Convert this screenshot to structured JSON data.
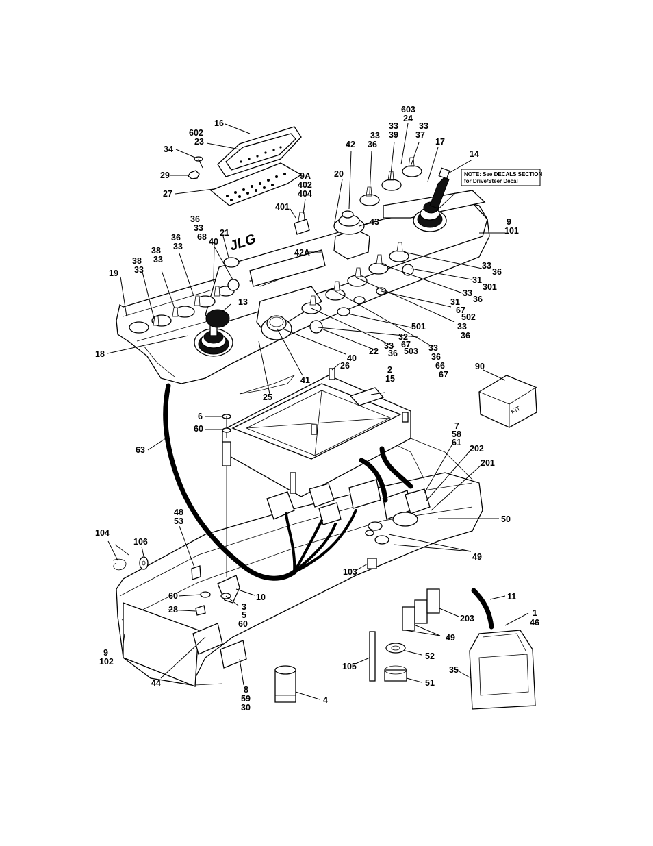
{
  "diagram": {
    "note_lines": [
      "NOTE: See DECALS SECTION",
      "for Drive/Steer Decal"
    ],
    "logo_text": "JLG",
    "kit_text": "KIT",
    "callouts": [
      {
        "id": "c603-24",
        "lines": [
          "603",
          "24"
        ]
      },
      {
        "id": "c16",
        "lines": [
          "16"
        ]
      },
      {
        "id": "c602-23",
        "lines": [
          "602",
          "23"
        ]
      },
      {
        "id": "c33-36-a",
        "lines": [
          "33",
          "36"
        ]
      },
      {
        "id": "c33-39",
        "lines": [
          "33",
          "39"
        ]
      },
      {
        "id": "c33-37",
        "lines": [
          "33",
          "37"
        ]
      },
      {
        "id": "c42",
        "lines": [
          "42"
        ]
      },
      {
        "id": "c17",
        "lines": [
          "17"
        ]
      },
      {
        "id": "c14",
        "lines": [
          "14"
        ]
      },
      {
        "id": "c34",
        "lines": [
          "34"
        ]
      },
      {
        "id": "c29",
        "lines": [
          "29"
        ]
      },
      {
        "id": "c20",
        "lines": [
          "20"
        ]
      },
      {
        "id": "c9a",
        "lines": [
          "9A",
          "402",
          "404"
        ]
      },
      {
        "id": "c27",
        "lines": [
          "27"
        ]
      },
      {
        "id": "c401",
        "lines": [
          "401"
        ]
      },
      {
        "id": "c43",
        "lines": [
          "43"
        ]
      },
      {
        "id": "c9-101",
        "lines": [
          "9",
          "101"
        ]
      },
      {
        "id": "c36-33-a",
        "lines": [
          "36",
          "33"
        ]
      },
      {
        "id": "c21",
        "lines": [
          "21"
        ]
      },
      {
        "id": "c36-33-b",
        "lines": [
          "36",
          "33"
        ]
      },
      {
        "id": "c68-40",
        "lines": [
          "68",
          "40"
        ]
      },
      {
        "id": "c42a",
        "lines": [
          "42A"
        ]
      },
      {
        "id": "c38-33-a",
        "lines": [
          "38",
          "33"
        ]
      },
      {
        "id": "c38-33-b",
        "lines": [
          "38",
          "33"
        ]
      },
      {
        "id": "c33-36-b",
        "lines": [
          "33",
          "36"
        ]
      },
      {
        "id": "c19",
        "lines": [
          "19"
        ]
      },
      {
        "id": "c31-301",
        "lines": [
          "31",
          "301"
        ]
      },
      {
        "id": "c33-36-c",
        "lines": [
          "33",
          "36"
        ]
      },
      {
        "id": "c13",
        "lines": [
          "13"
        ]
      },
      {
        "id": "c31-67-502",
        "lines": [
          "31",
          "67",
          "502"
        ]
      },
      {
        "id": "c501",
        "lines": [
          "501"
        ]
      },
      {
        "id": "c33-36-d",
        "lines": [
          "33",
          "36"
        ]
      },
      {
        "id": "c32-67-503",
        "lines": [
          "32",
          "67",
          "503"
        ]
      },
      {
        "id": "c33-36-66-67",
        "lines": [
          "33",
          "36",
          "66",
          "67"
        ]
      },
      {
        "id": "c18",
        "lines": [
          "18"
        ]
      },
      {
        "id": "c33-36-e",
        "lines": [
          "33",
          "36"
        ]
      },
      {
        "id": "c22",
        "lines": [
          "22"
        ]
      },
      {
        "id": "c40",
        "lines": [
          "40"
        ]
      },
      {
        "id": "c26",
        "lines": [
          "26"
        ]
      },
      {
        "id": "c41",
        "lines": [
          "41"
        ]
      },
      {
        "id": "c25",
        "lines": [
          "25"
        ]
      },
      {
        "id": "c2-15",
        "lines": [
          "2",
          "15"
        ]
      },
      {
        "id": "c90",
        "lines": [
          "90"
        ]
      },
      {
        "id": "c6",
        "lines": [
          "6"
        ]
      },
      {
        "id": "c60-a",
        "lines": [
          "60"
        ]
      },
      {
        "id": "c63",
        "lines": [
          "63"
        ]
      },
      {
        "id": "c7-58-61",
        "lines": [
          "7",
          "58",
          "61"
        ]
      },
      {
        "id": "c202",
        "lines": [
          "202"
        ]
      },
      {
        "id": "c201",
        "lines": [
          "201"
        ]
      },
      {
        "id": "c48-53",
        "lines": [
          "48",
          "53"
        ]
      },
      {
        "id": "c50",
        "lines": [
          "50"
        ]
      },
      {
        "id": "c104",
        "lines": [
          "104"
        ]
      },
      {
        "id": "c106",
        "lines": [
          "106"
        ]
      },
      {
        "id": "c49-a",
        "lines": [
          "49"
        ]
      },
      {
        "id": "c103",
        "lines": [
          "103"
        ]
      },
      {
        "id": "c60-b",
        "lines": [
          "60"
        ]
      },
      {
        "id": "c10",
        "lines": [
          "10"
        ]
      },
      {
        "id": "c11",
        "lines": [
          "11"
        ]
      },
      {
        "id": "c28",
        "lines": [
          "28"
        ]
      },
      {
        "id": "c3-5-60",
        "lines": [
          "3",
          "5",
          "60"
        ]
      },
      {
        "id": "c1-46",
        "lines": [
          "1",
          "46"
        ]
      },
      {
        "id": "c203",
        "lines": [
          "203"
        ]
      },
      {
        "id": "c9-102",
        "lines": [
          "9",
          "102"
        ]
      },
      {
        "id": "c49-b",
        "lines": [
          "49"
        ]
      },
      {
        "id": "c52",
        "lines": [
          "52"
        ]
      },
      {
        "id": "c105",
        "lines": [
          "105"
        ]
      },
      {
        "id": "c35",
        "lines": [
          "35"
        ]
      },
      {
        "id": "c44",
        "lines": [
          "44"
        ]
      },
      {
        "id": "c51",
        "lines": [
          "51"
        ]
      },
      {
        "id": "c8-59-30",
        "lines": [
          "8",
          "59",
          "30"
        ]
      },
      {
        "id": "c4",
        "lines": [
          "4"
        ]
      }
    ]
  }
}
